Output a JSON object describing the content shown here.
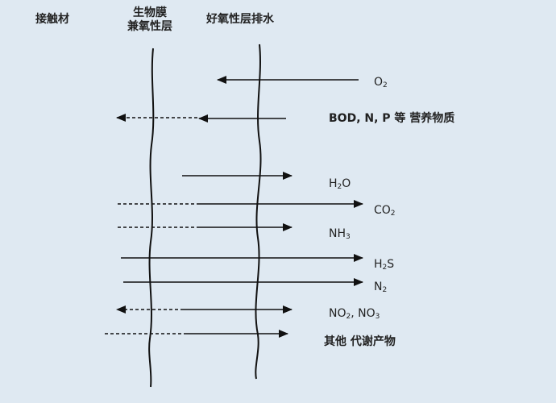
{
  "headers": {
    "contact_material": "接触材",
    "biofilm_line1": "生物膜",
    "biofilm_line2": "兼氧性层",
    "aerobic_layer_drainage": "好氧性层排水"
  },
  "substances": {
    "o2": {
      "base": "O",
      "sub": "2"
    },
    "nutrients": "BOD, N, P 等 营养物质",
    "h2o": {
      "pre": "H",
      "sub": "2",
      "post": "O"
    },
    "co2": {
      "base": "CO",
      "sub": "2"
    },
    "nh3": {
      "base": "NH",
      "sub": "3"
    },
    "h2s": {
      "pre": "H",
      "sub": "2",
      "post": "S"
    },
    "n2": {
      "base": "N",
      "sub": "2"
    },
    "nox": {
      "a_base": "NO",
      "a_sub": "2",
      "sep": ", ",
      "b_base": "NO",
      "b_sub": "3"
    },
    "other_metabolites": "其他 代谢产物"
  },
  "colors": {
    "background": "#dfe9f2",
    "line": "#111111"
  }
}
